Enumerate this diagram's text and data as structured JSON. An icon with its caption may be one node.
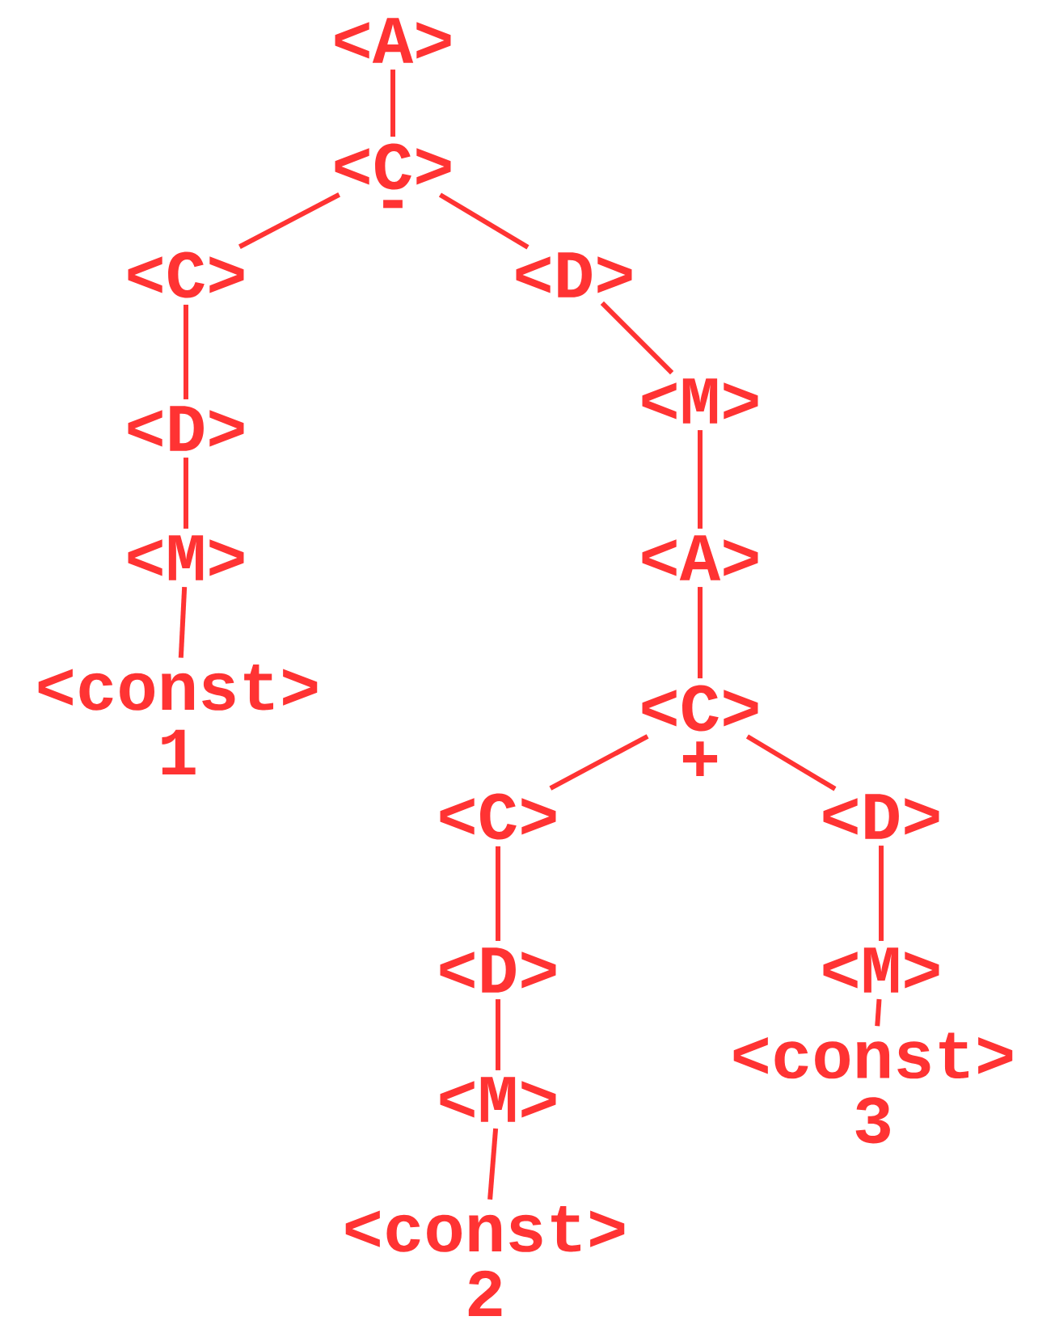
{
  "diagram": {
    "nodes": [
      {
        "text": [
          "<A>"
        ]
      },
      {
        "text": [
          "<C>"
        ],
        "beside": [
          "-"
        ]
      },
      {
        "text": [
          "<C>"
        ]
      },
      {
        "text": [
          "<D>"
        ]
      },
      {
        "text": [
          "<M>"
        ]
      },
      {
        "text": [
          "<D>"
        ]
      },
      {
        "text": [
          "<M>"
        ]
      },
      {
        "text": [
          "<A>"
        ]
      },
      {
        "text": [
          "<const>",
          "1"
        ]
      },
      {
        "text": [
          "<C>"
        ],
        "beside": [
          "+"
        ]
      },
      {
        "text": [
          "<C>"
        ]
      },
      {
        "text": [
          "<D>"
        ]
      },
      {
        "text": [
          "<D>"
        ]
      },
      {
        "text": [
          "<M>"
        ]
      },
      {
        "text": [
          "<M>"
        ]
      },
      {
        "text": [
          "<const>",
          "3"
        ]
      },
      {
        "text": [
          "<const>",
          "2"
        ]
      }
    ],
    "edges": [
      {
        "from": 0,
        "to": 1,
        "arrow": "none"
      },
      {
        "from": 1,
        "to": 2,
        "arrow": "none"
      },
      {
        "from": 1,
        "to": 3,
        "arrow": "none"
      },
      {
        "from": 2,
        "to": 5,
        "arrow": "none"
      },
      {
        "from": 3,
        "to": 4,
        "arrow": "none"
      },
      {
        "from": 5,
        "to": 6,
        "arrow": "none"
      },
      {
        "from": 4,
        "to": 7,
        "arrow": "none"
      },
      {
        "from": 6,
        "to": 8,
        "arrow": "none"
      },
      {
        "from": 7,
        "to": 9,
        "arrow": "none"
      },
      {
        "from": 9,
        "to": 10,
        "arrow": "none"
      },
      {
        "from": 9,
        "to": 11,
        "arrow": "none"
      },
      {
        "from": 10,
        "to": 12,
        "arrow": "none"
      },
      {
        "from": 11,
        "to": 13,
        "arrow": "none"
      },
      {
        "from": 12,
        "to": 14,
        "arrow": "none"
      },
      {
        "from": 13,
        "to": 15,
        "arrow": "none"
      },
      {
        "from": 14,
        "to": 16,
        "arrow": "none"
      }
    ]
  }
}
